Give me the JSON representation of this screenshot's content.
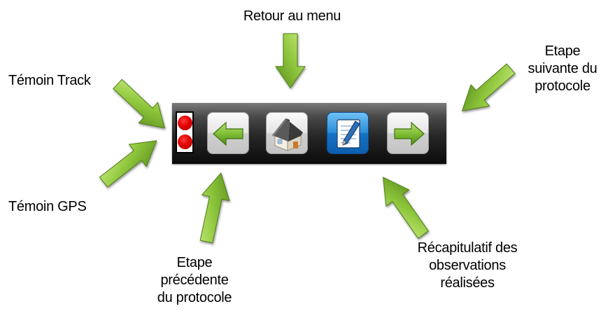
{
  "labels": {
    "retour_menu": "Retour au menu",
    "temoin_track": "Témoin Track",
    "temoin_gps": "Témoin GPS",
    "etape_suivante": [
      "Etape",
      "suivante du",
      "protocole"
    ],
    "etape_precedente": [
      "Etape",
      "précédente",
      "du protocole"
    ],
    "recapitulatif": [
      "Récapitulatif des",
      "observations",
      "réalisées"
    ]
  },
  "toolbar": {
    "indicators": [
      {
        "name": "Témoin Track",
        "color": "#e00000"
      },
      {
        "name": "Témoin GPS",
        "color": "#e00000"
      }
    ],
    "buttons": [
      {
        "id": "previous",
        "icon": "arrow-left-icon"
      },
      {
        "id": "home",
        "icon": "house-icon"
      },
      {
        "id": "recap",
        "icon": "notepad-pen-icon"
      },
      {
        "id": "next",
        "icon": "arrow-right-icon"
      }
    ]
  },
  "colors": {
    "callout_arrow": "#8cc43a",
    "toolbar_background": "#1a1a1a",
    "status_led": "#e00000",
    "recap_button": "#2b8fd9"
  }
}
